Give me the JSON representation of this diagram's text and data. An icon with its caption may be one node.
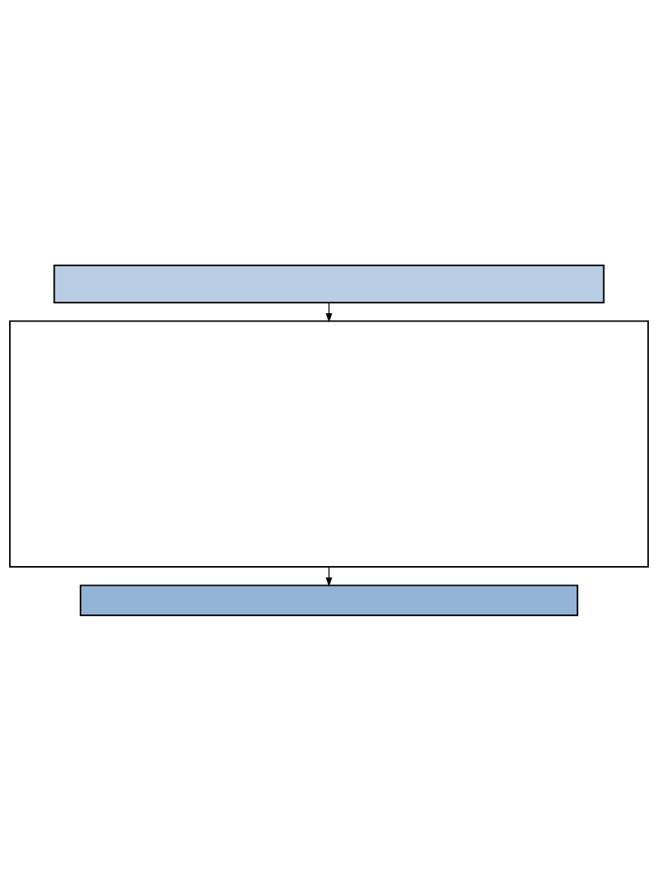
{
  "diagram": {
    "nodes": [
      {
        "text": [],
        "shape": "box"
      },
      {
        "text": [],
        "shape": "box"
      },
      {
        "text": [],
        "shape": "box"
      }
    ],
    "edges": [
      {
        "from": 0,
        "to": 1,
        "arrow": "to"
      },
      {
        "from": 1,
        "to": 2,
        "arrow": "to"
      }
    ]
  }
}
